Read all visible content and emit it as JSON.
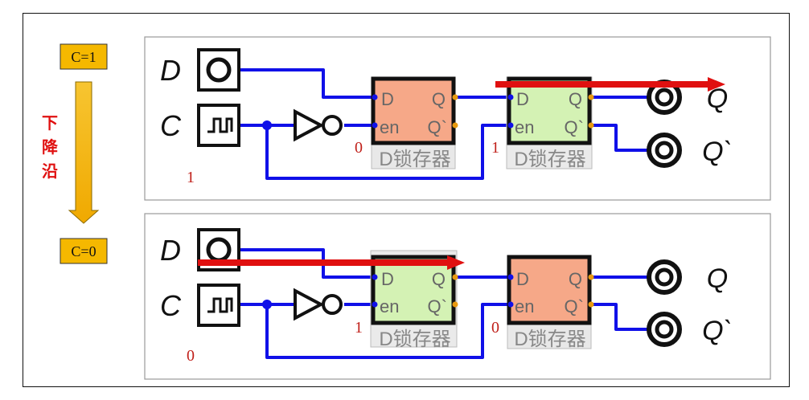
{
  "side": {
    "c_high": "C=1",
    "edge_chars": [
      "下",
      "降",
      "沿"
    ],
    "c_low": "C=0"
  },
  "panels": [
    {
      "id": "top",
      "input_labels": {
        "d": "D",
        "c": "C"
      },
      "c_value": "1",
      "latch1": {
        "d": "D",
        "q": "Q",
        "en": "en",
        "qn": "Q`",
        "name": "D锁存器",
        "en_value": "0",
        "state": "inactive"
      },
      "latch2": {
        "d": "D",
        "q": "Q",
        "en": "en",
        "qn": "Q`",
        "name": "D锁存器",
        "en_value": "1",
        "state": "active"
      },
      "outputs": {
        "q": "Q",
        "qn": "Q`"
      }
    },
    {
      "id": "bottom",
      "input_labels": {
        "d": "D",
        "c": "C"
      },
      "c_value": "0",
      "latch1": {
        "d": "D",
        "q": "Q",
        "en": "en",
        "qn": "Q`",
        "name": "D锁存器",
        "en_value": "1",
        "state": "active"
      },
      "latch2": {
        "d": "D",
        "q": "Q",
        "en": "en",
        "qn": "Q`",
        "name": "D锁存器",
        "en_value": "0",
        "state": "inactive"
      },
      "outputs": {
        "q": "Q",
        "qn": "Q`"
      }
    }
  ],
  "colors": {
    "wire": "#1010e8",
    "arrow": "#e01010",
    "value_text": "#c0201a",
    "latch_active": "#d4f2b4",
    "latch_inactive": "#f6a888",
    "c_box": "#f5b800",
    "edge_text": "#e01010"
  }
}
